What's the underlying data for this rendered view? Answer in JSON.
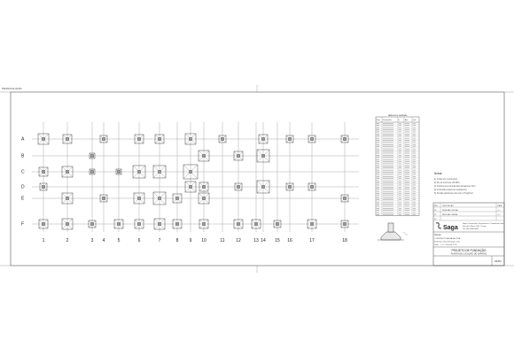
{
  "corner_label": "PRANCHA 01/01",
  "rows": [
    "A",
    "B",
    "C",
    "D",
    "E",
    "F"
  ],
  "columns": [
    "1",
    "2",
    "3",
    "4",
    "5",
    "6",
    "7",
    "8",
    "9",
    "10",
    "11",
    "12",
    "13",
    "14",
    "15",
    "16",
    "17",
    "18"
  ],
  "schedule": {
    "title": "TABELA DE SAPATAS",
    "headers": [
      "Sap.",
      "Dimensões",
      "h",
      "Aço",
      "Qtd"
    ],
    "row_count": 44
  },
  "notes": {
    "title": "Notas:",
    "lines": [
      "1) Cotas em centímetros",
      "2) fck do concreto: 25 MPa",
      "3) Cobrimento nominal das armaduras: 5cm",
      "4) Consultar projeto de arquitetura",
      "5) Tensão admissível do solo: 2,5 kgf/cm²"
    ]
  },
  "revision": {
    "rows": [
      [
        "REV",
        "DESCRIÇÃO",
        "DATA"
      ],
      [
        "00",
        "EMISSÃO INICIAL",
        "--/--"
      ],
      [
        "01",
        "REVISÃO GERAL",
        "--/--"
      ],
      [
        "02",
        "",
        ""
      ]
    ]
  },
  "company": {
    "name": "Saga",
    "line1": "Saga Construções, Engenharia e Consultoria Ltda",
    "line2": "Rua das Obras, 000 - Centro",
    "line3": "Tel: (00) 0000-0000"
  },
  "title_block": {
    "client_label": "Cliente:",
    "client_lines": [
      "CONSTRUTORA SAGA LTDA",
      "Endereço: Rua Exemplo, 123",
      "Data: --/--/----   Escala: 1:50"
    ],
    "project_title": "PROJETO DE FUNDAÇÃO",
    "project_subtitle": "PLANTA DE LOCAÇÃO DE SAPATAS",
    "sheet": "01/01"
  }
}
